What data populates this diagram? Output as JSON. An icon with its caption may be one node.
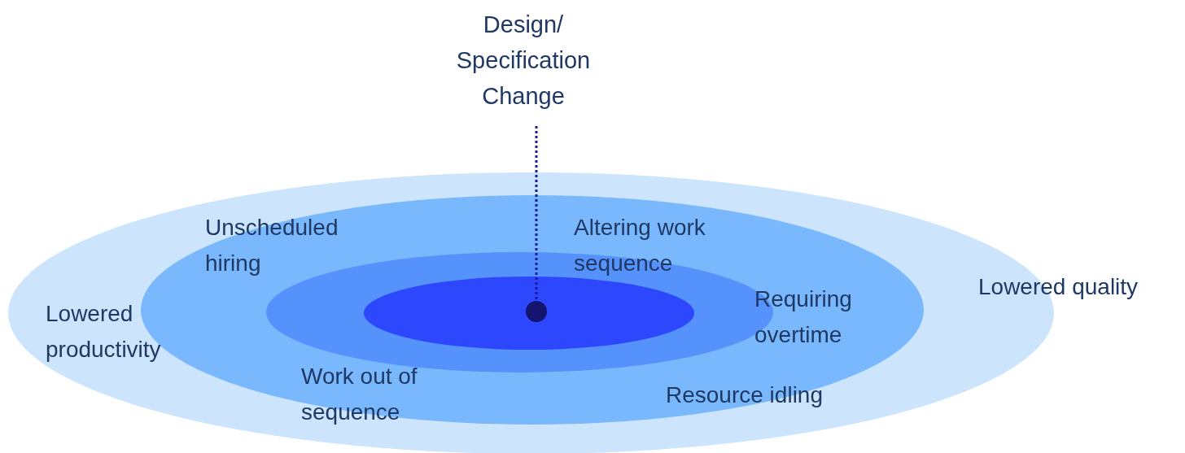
{
  "diagram": {
    "nodes": [
      {
        "text": [
          "Design/ Specification Change"
        ]
      },
      {
        "text": [],
        "shape": "ellipse"
      },
      {
        "text": [],
        "shape": "ellipse",
        "in": 1
      },
      {
        "text": [],
        "shape": "ellipse",
        "in": 2
      },
      {
        "text": [],
        "shape": "ellipse",
        "in": 3
      },
      {
        "text": [],
        "shape": "circle",
        "in": 4
      }
    ],
    "edges": [
      {
        "from": 0,
        "to": 5,
        "arrow": "none",
        "style": "dashed"
      }
    ],
    "labels": [
      "Unscheduled hiring",
      "Altering work sequence",
      "Lowered quality",
      "Lowered productivity",
      "Requiring overtime",
      "Work out of sequence",
      "Resource idling"
    ]
  }
}
